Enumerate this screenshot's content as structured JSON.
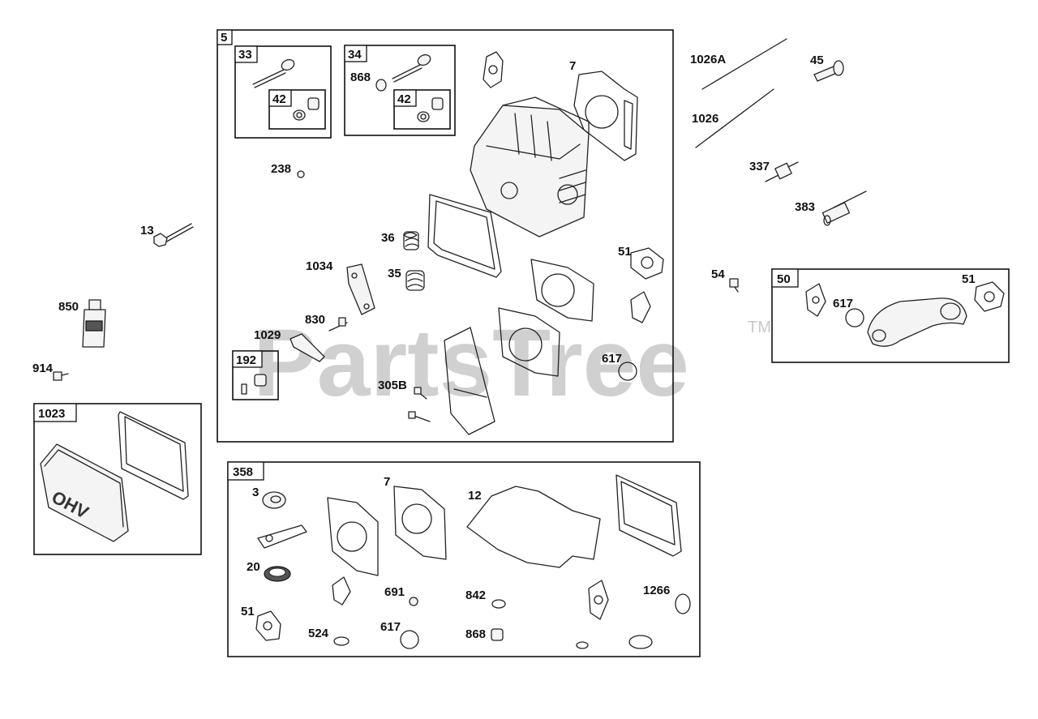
{
  "watermark": {
    "text": "PartsTree",
    "tm": "TM"
  },
  "boxes": {
    "b5": "5",
    "b33": "33",
    "b34": "34",
    "b42a": "42",
    "b42b": "42",
    "b192": "192",
    "b1023": "1023",
    "b358": "358",
    "b50": "50"
  },
  "labels": {
    "p7a": "7",
    "p868a": "868",
    "p238": "238",
    "p36": "36",
    "p35": "35",
    "p1034": "1034",
    "p830": "830",
    "p1029": "1029",
    "p305b": "305B",
    "p51a": "51",
    "p617a": "617",
    "p13": "13",
    "p850": "850",
    "p914": "914",
    "p1026a": "1026A",
    "p1026": "1026",
    "p45": "45",
    "p337": "337",
    "p383": "383",
    "p54": "54",
    "p617b": "617",
    "p51b": "51",
    "p3": "3",
    "p7b": "7",
    "p12": "12",
    "p20": "20",
    "p691": "691",
    "p842": "842",
    "p1266": "1266",
    "p51c": "51",
    "p524": "524",
    "p617c": "617",
    "p868b": "868"
  },
  "decals": {
    "ohv": "OHV"
  }
}
